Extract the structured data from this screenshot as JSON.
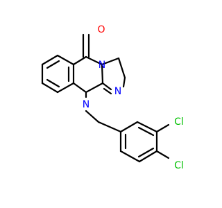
{
  "atoms": [
    {
      "id": "O",
      "label": "O",
      "color": "#ff0000"
    },
    {
      "id": "N3",
      "label": "N",
      "color": "#0000ff"
    },
    {
      "id": "N1",
      "label": "N",
      "color": "#0000ff"
    },
    {
      "id": "N10",
      "label": "N",
      "color": "#0000ff"
    },
    {
      "id": "Cl1",
      "label": "Cl",
      "color": "#00c000"
    },
    {
      "id": "Cl2",
      "label": "Cl",
      "color": "#00c000"
    }
  ]
}
